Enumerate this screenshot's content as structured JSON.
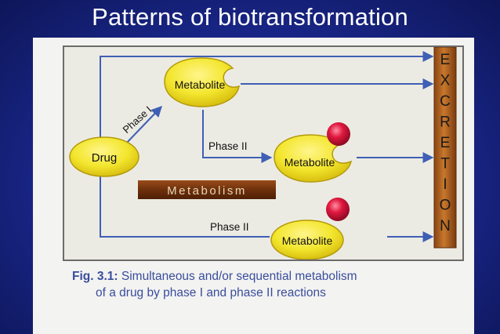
{
  "slide": {
    "title": "Patterns of biotransformation"
  },
  "diagram": {
    "nodes": {
      "drug": "Drug",
      "metabolite_top": "Metabolite",
      "metabolite_middle": "Metabolite",
      "metabolite_bottom": "Metabolite"
    },
    "labels": {
      "phase_1": "Phase I",
      "phase_2_middle": "Phase II",
      "phase_2_bottom": "Phase II"
    },
    "metabolism_label": "Metabolism",
    "excretion_letters": [
      "E",
      "X",
      "C",
      "R",
      "E",
      "T",
      "I",
      "O",
      "N"
    ],
    "colors": {
      "ellipse_fill": "#f3e62e",
      "ellipse_edge": "#b39a0a",
      "arrow": "#3f5fb5",
      "conjugate": "#d4143b",
      "excretion_bar": "#b5651d",
      "metabolism_bar": "#7a3a12"
    }
  },
  "caption": {
    "fig_label": "Fig. 3.1:",
    "line1": "Simultaneous and/or sequential metabolism",
    "line2": "of a drug by phase I and phase II reactions"
  }
}
